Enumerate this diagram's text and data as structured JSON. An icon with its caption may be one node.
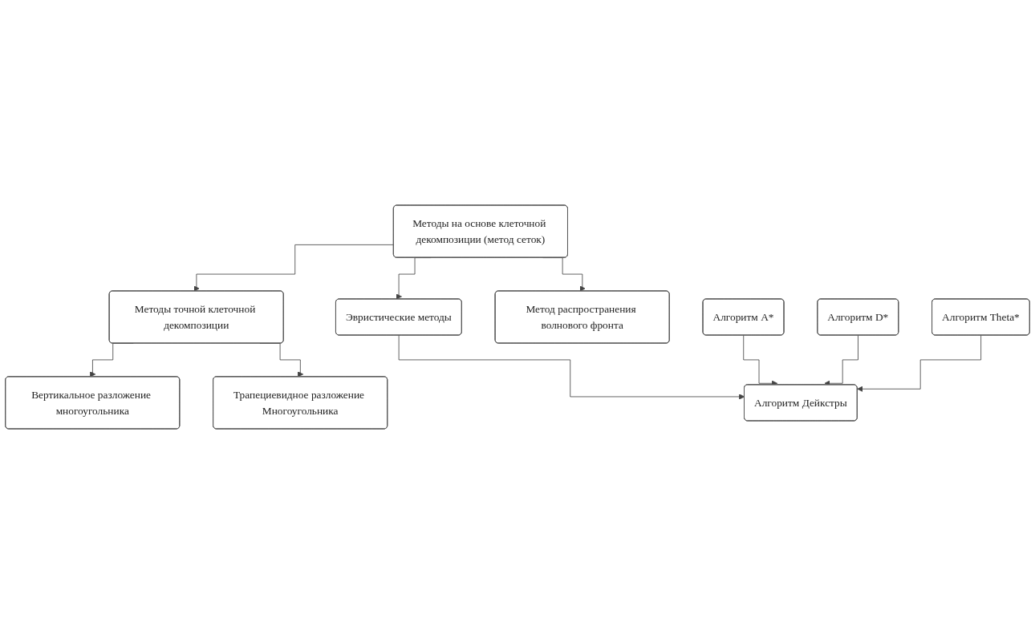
{
  "diagram": {
    "nodes": [
      {
        "text": [
          "Методы на основе клеточной декомпозиции (метод сеток)"
        ]
      },
      {
        "text": [
          "Методы точной клеточной декомпозиции"
        ]
      },
      {
        "text": [
          "Эвристические методы"
        ]
      },
      {
        "text": [
          "Метод распространения волнового фронта"
        ]
      },
      {
        "text": [
          "Вертикальное разложение многоугольника"
        ]
      },
      {
        "text": [
          "Алгоритм Дейкстры"
        ]
      },
      {
        "text": [
          "Трапециевидное разложение Многоугольника"
        ]
      },
      {
        "text": [
          "Алгоритм A*"
        ]
      },
      {
        "text": [
          "Алгоритм D*"
        ]
      },
      {
        "text": [
          "Алгоритм Theta*"
        ]
      }
    ],
    "edges": [
      {
        "from": 0,
        "to": 1,
        "arrow": "to"
      },
      {
        "from": 0,
        "to": 2,
        "arrow": "to"
      },
      {
        "from": 0,
        "to": 3,
        "arrow": "to"
      },
      {
        "from": 1,
        "to": 4,
        "arrow": "to"
      },
      {
        "from": 1,
        "to": 6,
        "arrow": "to"
      },
      {
        "from": 2,
        "to": 5,
        "arrow": "to"
      },
      {
        "from": 7,
        "to": 5,
        "arrow": "to"
      },
      {
        "from": 8,
        "to": 5,
        "arrow": "to"
      },
      {
        "from": 9,
        "to": 5,
        "arrow": "to"
      }
    ]
  }
}
